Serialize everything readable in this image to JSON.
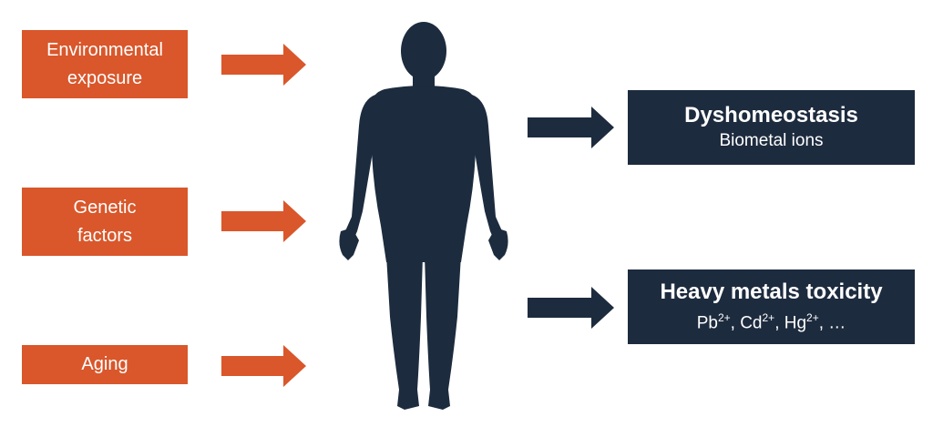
{
  "factors": [
    {
      "lines": [
        "Environmental",
        "exposure"
      ]
    },
    {
      "lines": [
        "Genetic",
        "factors"
      ]
    },
    {
      "lines": [
        "Aging"
      ]
    }
  ],
  "outcomes": [
    {
      "title": "Dyshomeostasis",
      "subtitle": "Biometal ions"
    },
    {
      "title": "Heavy metals toxicity",
      "ions": [
        {
          "symbol": "Pb",
          "charge": "2+",
          "sep": ", "
        },
        {
          "symbol": "Cd",
          "charge": "2+",
          "sep": ", "
        },
        {
          "symbol": "Hg",
          "charge": "2+",
          "sep": ", …"
        }
      ]
    }
  ],
  "colors": {
    "factor": "#d9572b",
    "outcome": "#1d2b3e",
    "figure": "#1d2b3e"
  },
  "icons": {
    "figure": "human-body-silhouette-icon",
    "arrow": "right-arrow-icon"
  }
}
